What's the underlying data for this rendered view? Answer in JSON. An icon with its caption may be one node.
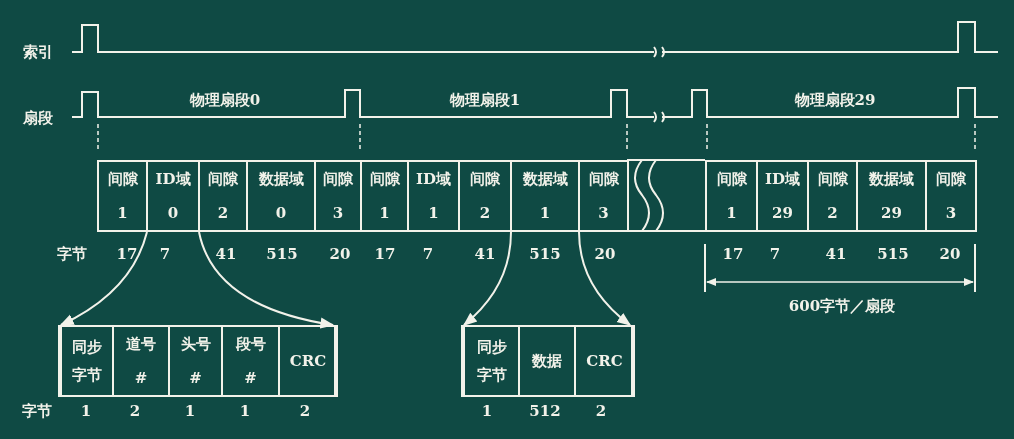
{
  "diagram": {
    "nodes": [
      {
        "text": [
          "间隙",
          "1"
        ]
      },
      {
        "text": [
          "ID域",
          "0"
        ]
      },
      {
        "text": [
          "间隙",
          "2"
        ]
      },
      {
        "text": [
          "数据域",
          "0"
        ]
      },
      {
        "text": [
          "间隙",
          "3"
        ]
      },
      {
        "text": [
          "间隙",
          "1"
        ]
      },
      {
        "text": [
          "ID域",
          "1"
        ]
      },
      {
        "text": [
          "间隙",
          "2"
        ]
      },
      {
        "text": [
          "数据域",
          "1"
        ]
      },
      {
        "text": [
          "间隙",
          "3"
        ]
      },
      {
        "text": [
          "间隙",
          "1"
        ]
      },
      {
        "text": [
          "ID域",
          "29"
        ]
      },
      {
        "text": [
          "间隙",
          "2"
        ]
      },
      {
        "text": [
          "数据域",
          "29"
        ]
      },
      {
        "text": [
          "间隙",
          "3"
        ]
      },
      {
        "text": [],
        "shape": "box"
      },
      {
        "text": [
          "同步字节"
        ],
        "in": 15
      },
      {
        "text": [
          "道号",
          "#"
        ],
        "in": 15
      },
      {
        "text": [
          "头号",
          "#"
        ],
        "in": 15
      },
      {
        "text": [
          "段号",
          "#"
        ],
        "in": 15
      },
      {
        "text": [
          "CRC"
        ],
        "in": 15
      },
      {
        "text": [],
        "shape": "box"
      },
      {
        "text": [
          "同步字节"
        ],
        "in": 21
      },
      {
        "text": [
          "数据"
        ],
        "in": 21
      },
      {
        "text": [
          "CRC"
        ],
        "in": 21
      }
    ],
    "edges": [
      {
        "from": 1,
        "to": 15,
        "arrow": "to"
      },
      {
        "from": 1,
        "to": 15,
        "arrow": "to"
      },
      {
        "from": 8,
        "to": 21,
        "arrow": "to"
      },
      {
        "from": 8,
        "to": 21,
        "arrow": "to"
      }
    ],
    "labels": [
      "索引",
      "扇段",
      "物理扇段0",
      "物理扇段1",
      "物理扇段29",
      "字节",
      "17",
      "7",
      "41",
      "515",
      "20",
      "17",
      "7",
      "41",
      "515",
      "20",
      "17",
      "7",
      "41",
      "515",
      "20",
      "600字节／扇段",
      "字节",
      "1",
      "2",
      "1",
      "1",
      "2",
      "1",
      "512",
      "2"
    ]
  }
}
